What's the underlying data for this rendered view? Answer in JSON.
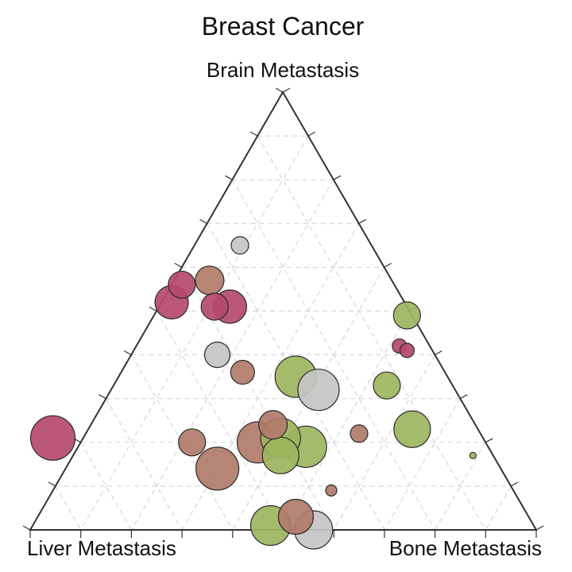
{
  "chart_data": {
    "type": "scatter",
    "subtype": "ternary-bubble",
    "title": "Breast Cancer",
    "axes": {
      "top": "Brain Metastasis",
      "left": "Liver Metastasis",
      "right": "Bone Metastasis"
    },
    "scale": [
      0,
      1
    ],
    "ticks": [
      0.1,
      0.2,
      0.3,
      0.4,
      0.5,
      0.6,
      0.7,
      0.8,
      0.9
    ],
    "grid": true,
    "legend": "none",
    "colors": {
      "crimson": "#b5496b",
      "brown": "#b07b6a",
      "gray": "#c4c4c4",
      "green": "#9db55f",
      "axis": "#333333",
      "grid": "#cfcfcf"
    },
    "points": [
      {
        "brain": 0.65,
        "liver": 0.26,
        "bone": 0.09,
        "size": 11,
        "color": "gray"
      },
      {
        "brain": 0.57,
        "liver": 0.36,
        "bone": 0.07,
        "size": 18,
        "color": "brown"
      },
      {
        "brain": 0.56,
        "liver": 0.42,
        "bone": 0.02,
        "size": 17,
        "color": "crimson"
      },
      {
        "brain": 0.52,
        "liver": 0.46,
        "bone": 0.02,
        "size": 21,
        "color": "crimson"
      },
      {
        "brain": 0.51,
        "liver": 0.38,
        "bone": 0.11,
        "size": 17,
        "color": "crimson"
      },
      {
        "brain": 0.51,
        "liver": 0.35,
        "bone": 0.14,
        "size": 21,
        "color": "crimson"
      },
      {
        "brain": 0.4,
        "liver": 0.43,
        "bone": 0.17,
        "size": 16,
        "color": "gray"
      },
      {
        "brain": 0.36,
        "liver": 0.4,
        "bone": 0.24,
        "size": 15,
        "color": "brown"
      },
      {
        "brain": 0.35,
        "liver": 0.3,
        "bone": 0.35,
        "size": 26,
        "color": "green"
      },
      {
        "brain": 0.32,
        "liver": 0.27,
        "bone": 0.41,
        "size": 26,
        "color": "gray"
      },
      {
        "brain": 0.33,
        "liver": 0.13,
        "bone": 0.54,
        "size": 17,
        "color": "green"
      },
      {
        "brain": 0.42,
        "liver": 0.06,
        "bone": 0.52,
        "size": 9,
        "color": "crimson"
      },
      {
        "brain": 0.41,
        "liver": 0.05,
        "bone": 0.54,
        "size": 9,
        "color": "crimson"
      },
      {
        "brain": 0.49,
        "liver": 0.01,
        "bone": 0.5,
        "size": 17,
        "color": "green"
      },
      {
        "brain": 0.24,
        "liver": 0.4,
        "bone": 0.36,
        "size": 18,
        "color": "brown"
      },
      {
        "brain": 0.2,
        "liver": 0.45,
        "bone": 0.35,
        "size": 26,
        "color": "brown"
      },
      {
        "brain": 0.21,
        "liver": 0.4,
        "bone": 0.39,
        "size": 25,
        "color": "green"
      },
      {
        "brain": 0.19,
        "liver": 0.36,
        "bone": 0.45,
        "size": 26,
        "color": "green"
      },
      {
        "brain": 0.22,
        "liver": 0.24,
        "bone": 0.54,
        "size": 11,
        "color": "brown"
      },
      {
        "brain": 0.23,
        "liver": 0.13,
        "bone": 0.64,
        "size": 23,
        "color": "green"
      },
      {
        "brain": 0.21,
        "liver": 0.85,
        "bone": -0.06,
        "size": 28,
        "color": "crimson"
      },
      {
        "brain": 0.2,
        "liver": 0.58,
        "bone": 0.22,
        "size": 17,
        "color": "brown"
      },
      {
        "brain": 0.14,
        "liver": 0.56,
        "bone": 0.3,
        "size": 27,
        "color": "brown"
      },
      {
        "brain": 0.17,
        "liver": 0.42,
        "bone": 0.41,
        "size": 23,
        "color": "green"
      },
      {
        "brain": 0.09,
        "liver": 0.36,
        "bone": 0.55,
        "size": 7,
        "color": "brown"
      },
      {
        "brain": 0.17,
        "liver": 0.04,
        "bone": 0.79,
        "size": 4,
        "color": "green"
      },
      {
        "brain": 0.03,
        "liver": 0.46,
        "bone": 0.51,
        "size": 22,
        "color": "brown"
      },
      {
        "brain": 0.0,
        "liver": 0.44,
        "bone": 0.56,
        "size": 24,
        "color": "gray"
      },
      {
        "brain": 0.01,
        "liver": 0.52,
        "bone": 0.47,
        "size": 25,
        "color": "green"
      }
    ]
  }
}
